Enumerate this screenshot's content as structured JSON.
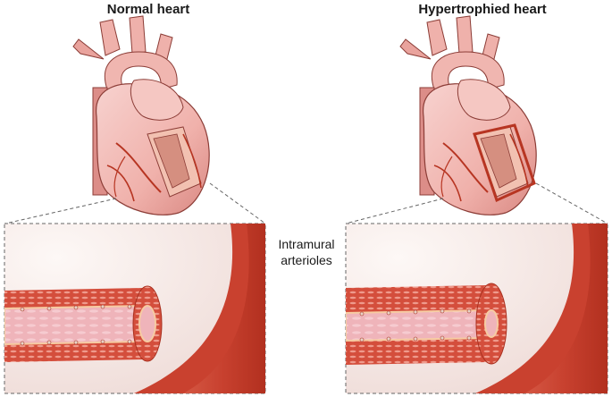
{
  "left": {
    "title": "Normal heart"
  },
  "right": {
    "title": "Hypertrophied heart"
  },
  "middle": {
    "label_line1": "Intramural",
    "label_line2": "arterioles"
  },
  "colors": {
    "heart_fill": "#f2b9b4",
    "heart_shade": "#dc8d88",
    "vessel_red": "#c8412f",
    "vessel_dark": "#a9301f",
    "lumen": "#efb3b9",
    "panel_bg": "#f6e9e6",
    "dash": "#666666"
  }
}
